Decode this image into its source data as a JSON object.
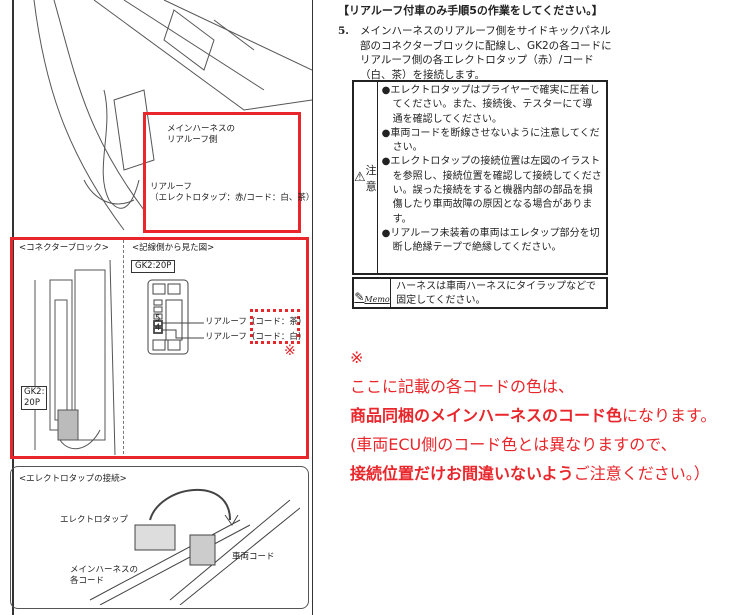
{
  "heading": "【リアルーフ付車のみ手順5の作業をしてください。】",
  "step": {
    "number": "5.",
    "text": "メインハーネスのリアルーフ側をサイドキックパネル部のコネクターブロックに配線し、GK2の各コードにリアルーフ側の各エレクトロタップ（赤）/コード（白、茶）を接続します。"
  },
  "caution": {
    "label": "注意",
    "icon": "warning-triangle-icon",
    "items": [
      "●エレクトロタップはプライヤーで確実に圧着してください。また、接続後、テスターにて導通を確認してください。",
      "●車両コードを断線させないように注意してください。",
      "●エレクトロタップの接続位置は左図のイラストを参照し、接続位置を確認して接続してください。誤った接続をすると機器内部の部品を損傷したり車両故障の原因となる場合があります。",
      "●リアルーフ未装着の車両はエレタップ部分を切断し絶縁テープで絶縁してください。"
    ]
  },
  "memo": {
    "label": "Memo",
    "icon": "pencil-icon",
    "text": "ハーネスは車両ハーネスにタイラップなどで固定してください。"
  },
  "figure_top": {
    "label1": "メインハーネスの",
    "label2": "リアルーフ側",
    "label3": "リアルーフ",
    "label4": "（エレクトロタップ：赤/コード：白、茶）"
  },
  "figure_mid": {
    "left_title": "<コネクターブロック>",
    "right_title": "<記線側から見た図>",
    "connector": "GK2:20P",
    "connector_small_1": "GK2:",
    "connector_small_2": "20P",
    "pin5": "5",
    "pin4": "4",
    "wire1": "リアルーフ",
    "code1": "(コード：茶)",
    "wire2": "リアルーフ",
    "code2": "(コード：白)",
    "mark": "※"
  },
  "figure_bottom": {
    "title": "<エレクトロタップの接続>",
    "label_tap": "エレクトロタップ",
    "label_main1": "メインハーネスの",
    "label_main2": "各コード",
    "label_vehicle": "車両コード"
  },
  "note": {
    "mark": "※",
    "line1": "ここに記載の各コードの色は、",
    "line2_bold": "商品同梱のメインハーネスのコード色",
    "line2_rest": "になります。",
    "line3": "(車両ECU側のコード色とは異なりますので、",
    "line4_bold": "接続位置だけお間違いないよう",
    "line4_rest": "ご注意ください。）"
  },
  "colors": {
    "accent_red": "#e8262b"
  }
}
